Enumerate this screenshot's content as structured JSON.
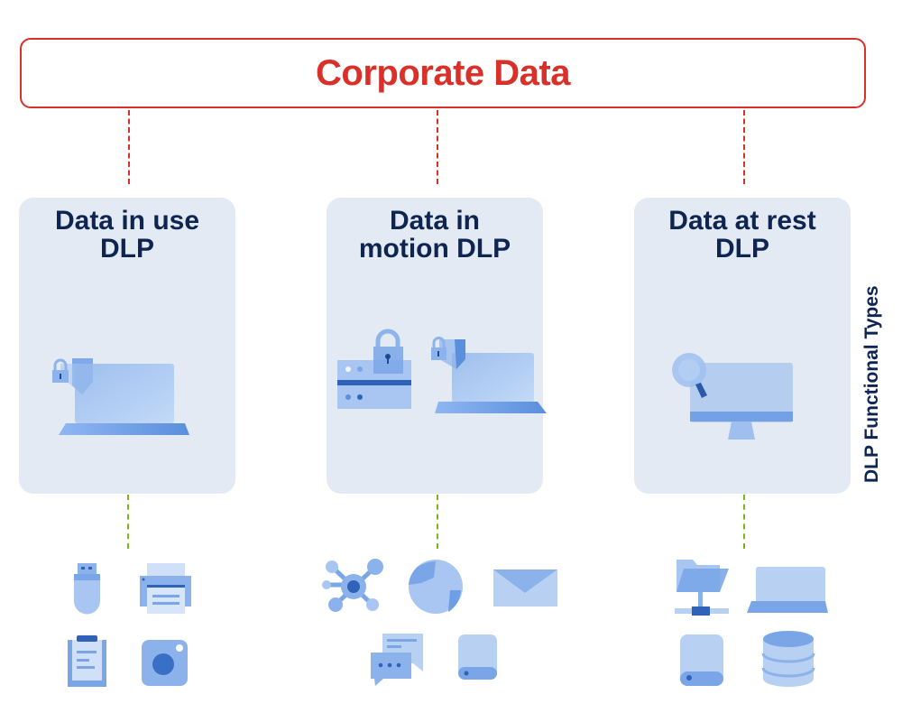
{
  "root": {
    "title": "Corporate Data"
  },
  "side_label": "DLP Functional Types",
  "colors": {
    "accent_red": "#d9302a",
    "connector_green": "#7cb518",
    "card_bg": "#e4eaf4",
    "title_navy": "#0d2550",
    "icon_blue": "#5b8fe0"
  },
  "categories": [
    {
      "title_line1": "Data in use",
      "title_line2": "DLP",
      "illustration": [
        "laptop-icon",
        "shield-lock-icon"
      ],
      "endpoints": [
        "usb-drive-icon",
        "printer-icon",
        "clipboard-icon",
        "camera-icon"
      ]
    },
    {
      "title_line1": "Data in",
      "title_line2": "motion DLP",
      "illustration": [
        "server-lock-icon",
        "laptop-icon",
        "shield-lock-icon"
      ],
      "endpoints": [
        "network-hub-icon",
        "globe-icon",
        "email-icon",
        "chat-icon",
        "external-drive-icon"
      ]
    },
    {
      "title_line1": "Data at rest",
      "title_line2": "DLP",
      "illustration": [
        "monitor-icon",
        "magnifier-icon"
      ],
      "endpoints": [
        "network-folder-icon",
        "laptop-icon",
        "external-drive-icon",
        "database-icon"
      ]
    }
  ]
}
